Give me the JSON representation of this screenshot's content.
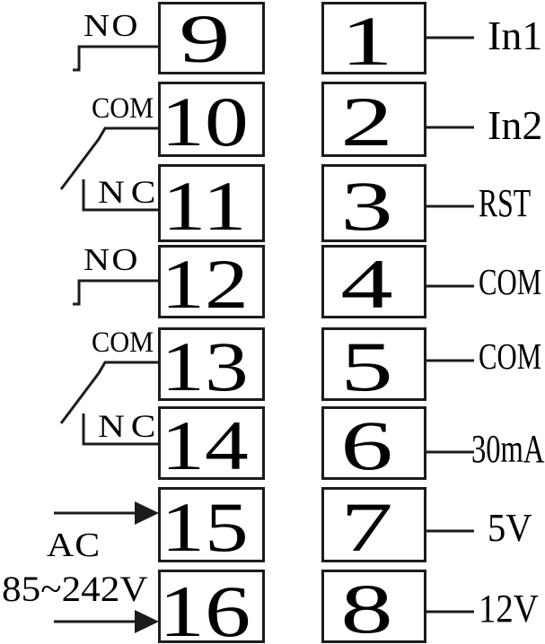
{
  "diagram": {
    "left_terminals": [
      "9",
      "10",
      "11",
      "12",
      "13",
      "14",
      "15",
      "16"
    ],
    "right_terminals": [
      {
        "number": "1",
        "label": "In1"
      },
      {
        "number": "2",
        "label": "In2"
      },
      {
        "number": "3",
        "label": "RST"
      },
      {
        "number": "4",
        "label": "COM"
      },
      {
        "number": "5",
        "label": "COM"
      },
      {
        "number": "6",
        "label": "30mA"
      },
      {
        "number": "7",
        "label": "5V"
      },
      {
        "number": "8",
        "label": "12V"
      }
    ],
    "relay_groups": [
      {
        "no": "NO",
        "com": "COM",
        "nc": "NC"
      },
      {
        "no": "NO",
        "com": "COM",
        "nc": "NC"
      }
    ],
    "power_supply": {
      "line1": "AC",
      "line2": "85~242V"
    },
    "colors": {
      "line": "#1c1c1c",
      "background": "#ffffff",
      "text": "#000000"
    }
  }
}
